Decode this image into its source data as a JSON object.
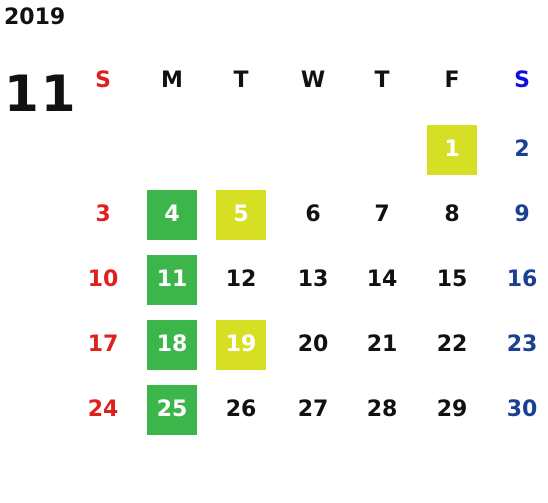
{
  "year": "2019",
  "month": "11",
  "weekdays": [
    "S",
    "M",
    "T",
    "W",
    "T",
    "F",
    "S"
  ],
  "colors": {
    "sunday": "#e0201e",
    "saturday": "#1c3f94",
    "saturday_header": "#1010dd",
    "weekday": "#111111",
    "green_highlight": "#3cb54a",
    "yellow_highlight": "#d6df23",
    "highlight_text": "#ffffff"
  },
  "days": [
    {
      "day": "1",
      "col": 5,
      "row": 0,
      "highlight": "yellow"
    },
    {
      "day": "2",
      "col": 6,
      "row": 0
    },
    {
      "day": "3",
      "col": 0,
      "row": 1
    },
    {
      "day": "4",
      "col": 1,
      "row": 1,
      "highlight": "green"
    },
    {
      "day": "5",
      "col": 2,
      "row": 1,
      "highlight": "yellow"
    },
    {
      "day": "6",
      "col": 3,
      "row": 1
    },
    {
      "day": "7",
      "col": 4,
      "row": 1
    },
    {
      "day": "8",
      "col": 5,
      "row": 1
    },
    {
      "day": "9",
      "col": 6,
      "row": 1
    },
    {
      "day": "10",
      "col": 0,
      "row": 2
    },
    {
      "day": "11",
      "col": 1,
      "row": 2,
      "highlight": "green"
    },
    {
      "day": "12",
      "col": 2,
      "row": 2
    },
    {
      "day": "13",
      "col": 3,
      "row": 2
    },
    {
      "day": "14",
      "col": 4,
      "row": 2
    },
    {
      "day": "15",
      "col": 5,
      "row": 2
    },
    {
      "day": "16",
      "col": 6,
      "row": 2
    },
    {
      "day": "17",
      "col": 0,
      "row": 3
    },
    {
      "day": "18",
      "col": 1,
      "row": 3,
      "highlight": "green"
    },
    {
      "day": "19",
      "col": 2,
      "row": 3,
      "highlight": "yellow"
    },
    {
      "day": "20",
      "col": 3,
      "row": 3
    },
    {
      "day": "21",
      "col": 4,
      "row": 3
    },
    {
      "day": "22",
      "col": 5,
      "row": 3
    },
    {
      "day": "23",
      "col": 6,
      "row": 3
    },
    {
      "day": "24",
      "col": 0,
      "row": 4
    },
    {
      "day": "25",
      "col": 1,
      "row": 4,
      "highlight": "green"
    },
    {
      "day": "26",
      "col": 2,
      "row": 4
    },
    {
      "day": "27",
      "col": 3,
      "row": 4
    },
    {
      "day": "28",
      "col": 4,
      "row": 4
    },
    {
      "day": "29",
      "col": 5,
      "row": 4
    },
    {
      "day": "30",
      "col": 6,
      "row": 4
    }
  ]
}
